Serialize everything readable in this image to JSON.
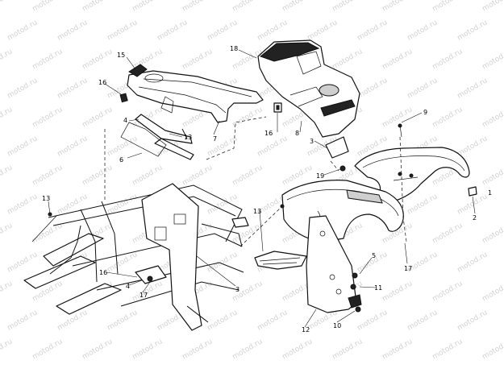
{
  "watermark": {
    "text": "motod.ru"
  },
  "callouts": {
    "c15": "15",
    "c18": "18",
    "c16a": "16",
    "c4a": "4",
    "c13a": "13",
    "c7": "7",
    "c6": "6",
    "c16b": "16",
    "c8": "8",
    "c9": "9",
    "c3a": "3",
    "c19": "19",
    "c2": "2",
    "c13b": "13",
    "c13c": "13",
    "c17a": "17",
    "c5": "5",
    "c11": "11",
    "c16c": "16",
    "c4b": "4",
    "c17b": "17",
    "c3b": "3",
    "c12": "12",
    "c10": "10",
    "c1": "1"
  }
}
